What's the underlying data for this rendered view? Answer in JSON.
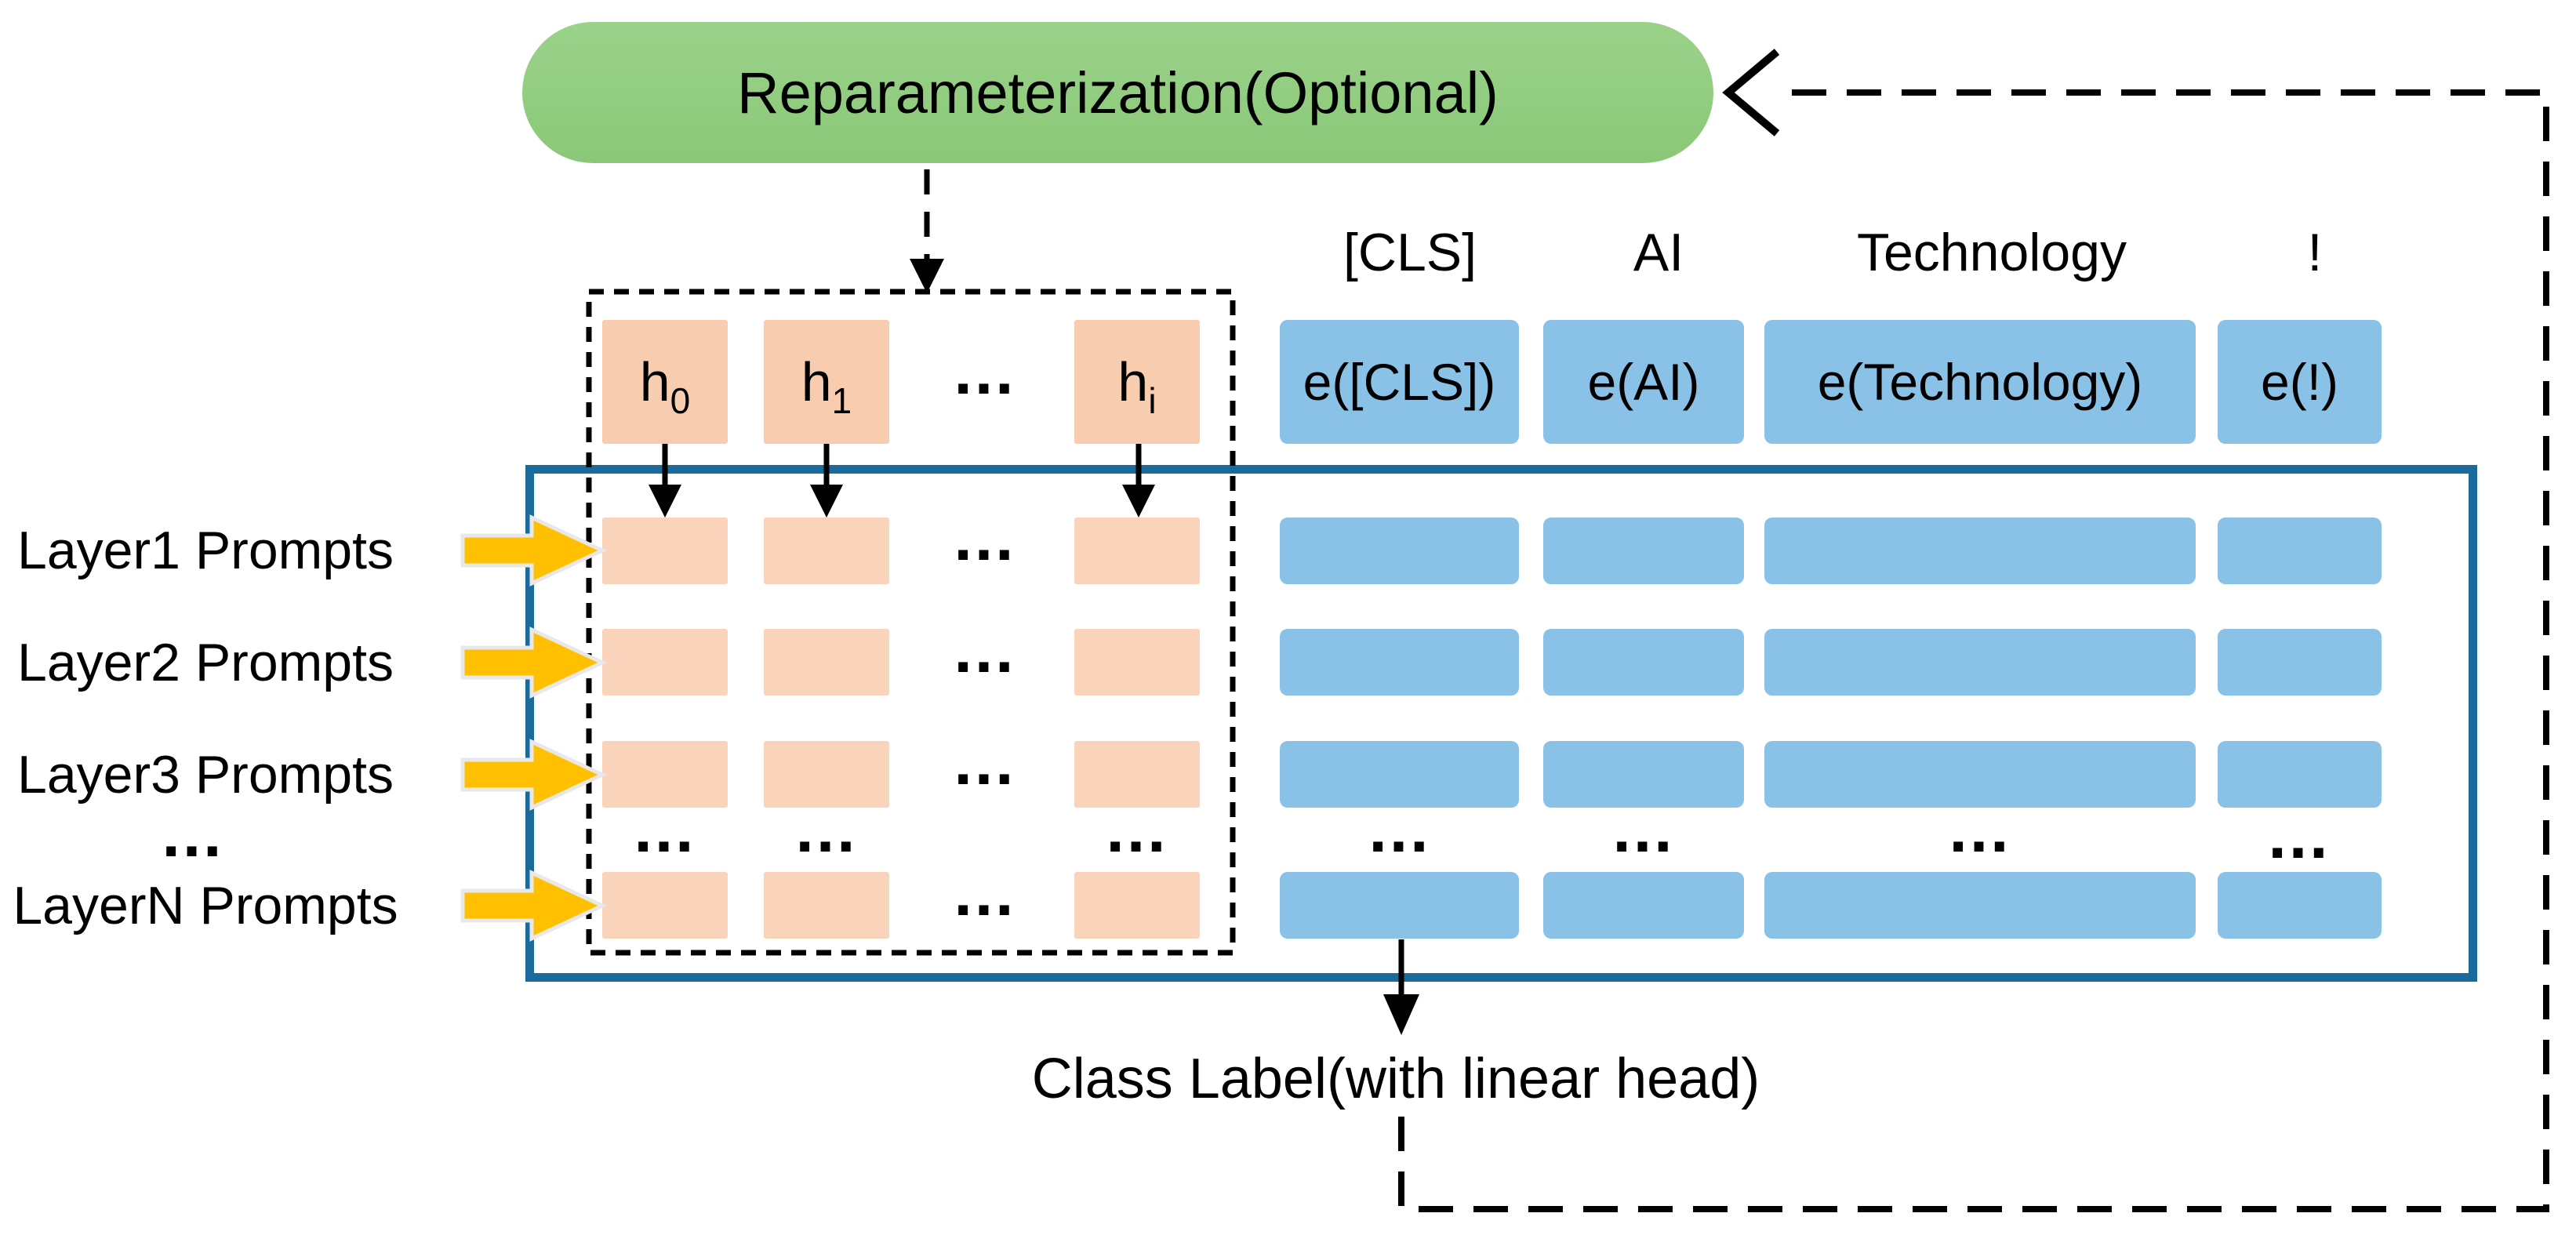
{
  "diagram": {
    "pill": {
      "label": "Reparameterization(Optional)"
    },
    "token_headers": [
      {
        "label": "[CLS]"
      },
      {
        "label": "AI"
      },
      {
        "label": "Technology"
      },
      {
        "label": "!"
      }
    ],
    "h_cells": [
      {
        "base": "h",
        "sub": "0"
      },
      {
        "base": "h",
        "sub": "1"
      },
      {
        "base": "h",
        "sub": "i"
      }
    ],
    "embedding_cells": [
      {
        "label": "e([CLS])"
      },
      {
        "label": "e(AI)"
      },
      {
        "label": "e(Technology)"
      },
      {
        "label": "e(!)"
      }
    ],
    "layer_labels": [
      {
        "label": "Layer1 Prompts"
      },
      {
        "label": "Layer2 Prompts"
      },
      {
        "label": "Layer3 Prompts"
      },
      {
        "label": "..."
      },
      {
        "label": "LayerN Prompts"
      }
    ],
    "ellipsis": "...",
    "class_label": "Class Label(with linear head)",
    "colors": {
      "pill_green": "#8fcb7e",
      "prompt_orange": "#f8ccae",
      "prompt_orange_row": "#fad3bb",
      "embedding_blue": "#89c2e6",
      "transformer_border": "#1a6a9b",
      "arrow_yellow": "#ffc001",
      "arrow_outline": "#e8e8e8",
      "line_black": "#000000"
    }
  }
}
